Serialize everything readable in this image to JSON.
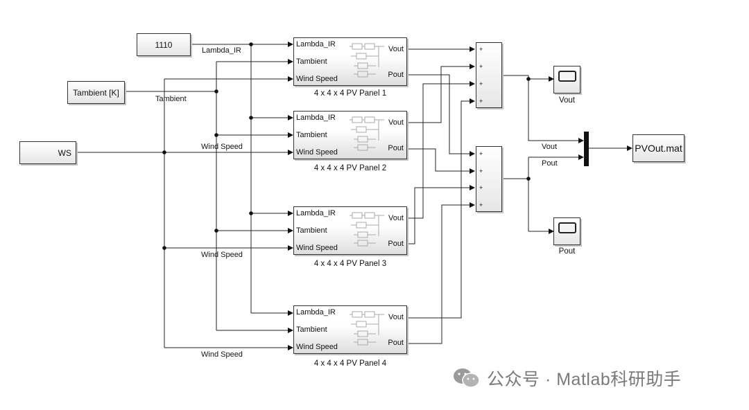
{
  "sources": {
    "constant": "1110",
    "tambient": "Tambient [K]",
    "ws": "WS"
  },
  "signal_labels": {
    "lambda_ir": "Lambda_IR",
    "tambient": "Tambient",
    "wind_speed_1": "Wind Speed",
    "wind_speed_2": "Wind Speed",
    "wind_speed_3": "Wind Speed",
    "vout": "Vout",
    "pout": "Pout"
  },
  "panels": [
    {
      "caption": "4 x 4 x 4 PV Panel 1",
      "in1": "Lambda_IR",
      "in2": "Tambient",
      "in3": "Wind Speed",
      "out1": "Vout",
      "out2": "Pout"
    },
    {
      "caption": "4 x 4 x 4 PV Panel 2",
      "in1": "Lambda_IR",
      "in2": "Tambient",
      "in3": "Wind Speed",
      "out1": "Vout",
      "out2": "Pout"
    },
    {
      "caption": "4 x 4 x 4 PV Panel 3",
      "in1": "Lambda_IR",
      "in2": "Tambient",
      "in3": "Wind Speed",
      "out1": "Vout",
      "out2": "Pout"
    },
    {
      "caption": "4 x 4 x 4 PV Panel 4",
      "in1": "Lambda_IR",
      "in2": "Tambient",
      "in3": "Wind Speed",
      "out1": "Vout",
      "out2": "Pout"
    }
  ],
  "sum_sign": "+",
  "scopes": {
    "vout": "Vout",
    "pout": "Pout"
  },
  "to_file": "PVOut.mat",
  "watermark": "公众号 · Matlab科研助手"
}
